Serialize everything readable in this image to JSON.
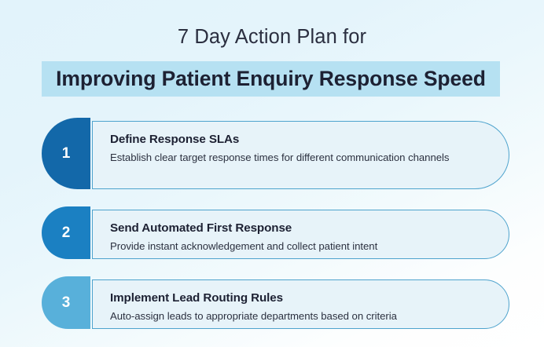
{
  "header": {
    "title_line1": "7 Day Action Plan for",
    "title_line2": "Improving Patient Enquiry Response Speed",
    "band_color": "#b6e1f2",
    "title_color": "#1d2133"
  },
  "theme": {
    "background_top": "#e2f3fb",
    "background_bottom": "#ffffff",
    "card_fill": "#e7f3f9",
    "card_border": "#4ea3cd",
    "badge_text_color": "#ffffff"
  },
  "steps": [
    {
      "number": "1",
      "title": "Define Response SLAs",
      "description": "Establish clear target response times for different communication channels",
      "badge_color": "#1368a9"
    },
    {
      "number": "2",
      "title": "Send Automated First Response",
      "description": "Provide instant acknowledgement and collect patient intent",
      "badge_color": "#1b80c2"
    },
    {
      "number": "3",
      "title": "Implement Lead Routing Rules",
      "description": "Auto-assign leads to appropriate departments based on criteria",
      "badge_color": "#58b0da"
    }
  ]
}
